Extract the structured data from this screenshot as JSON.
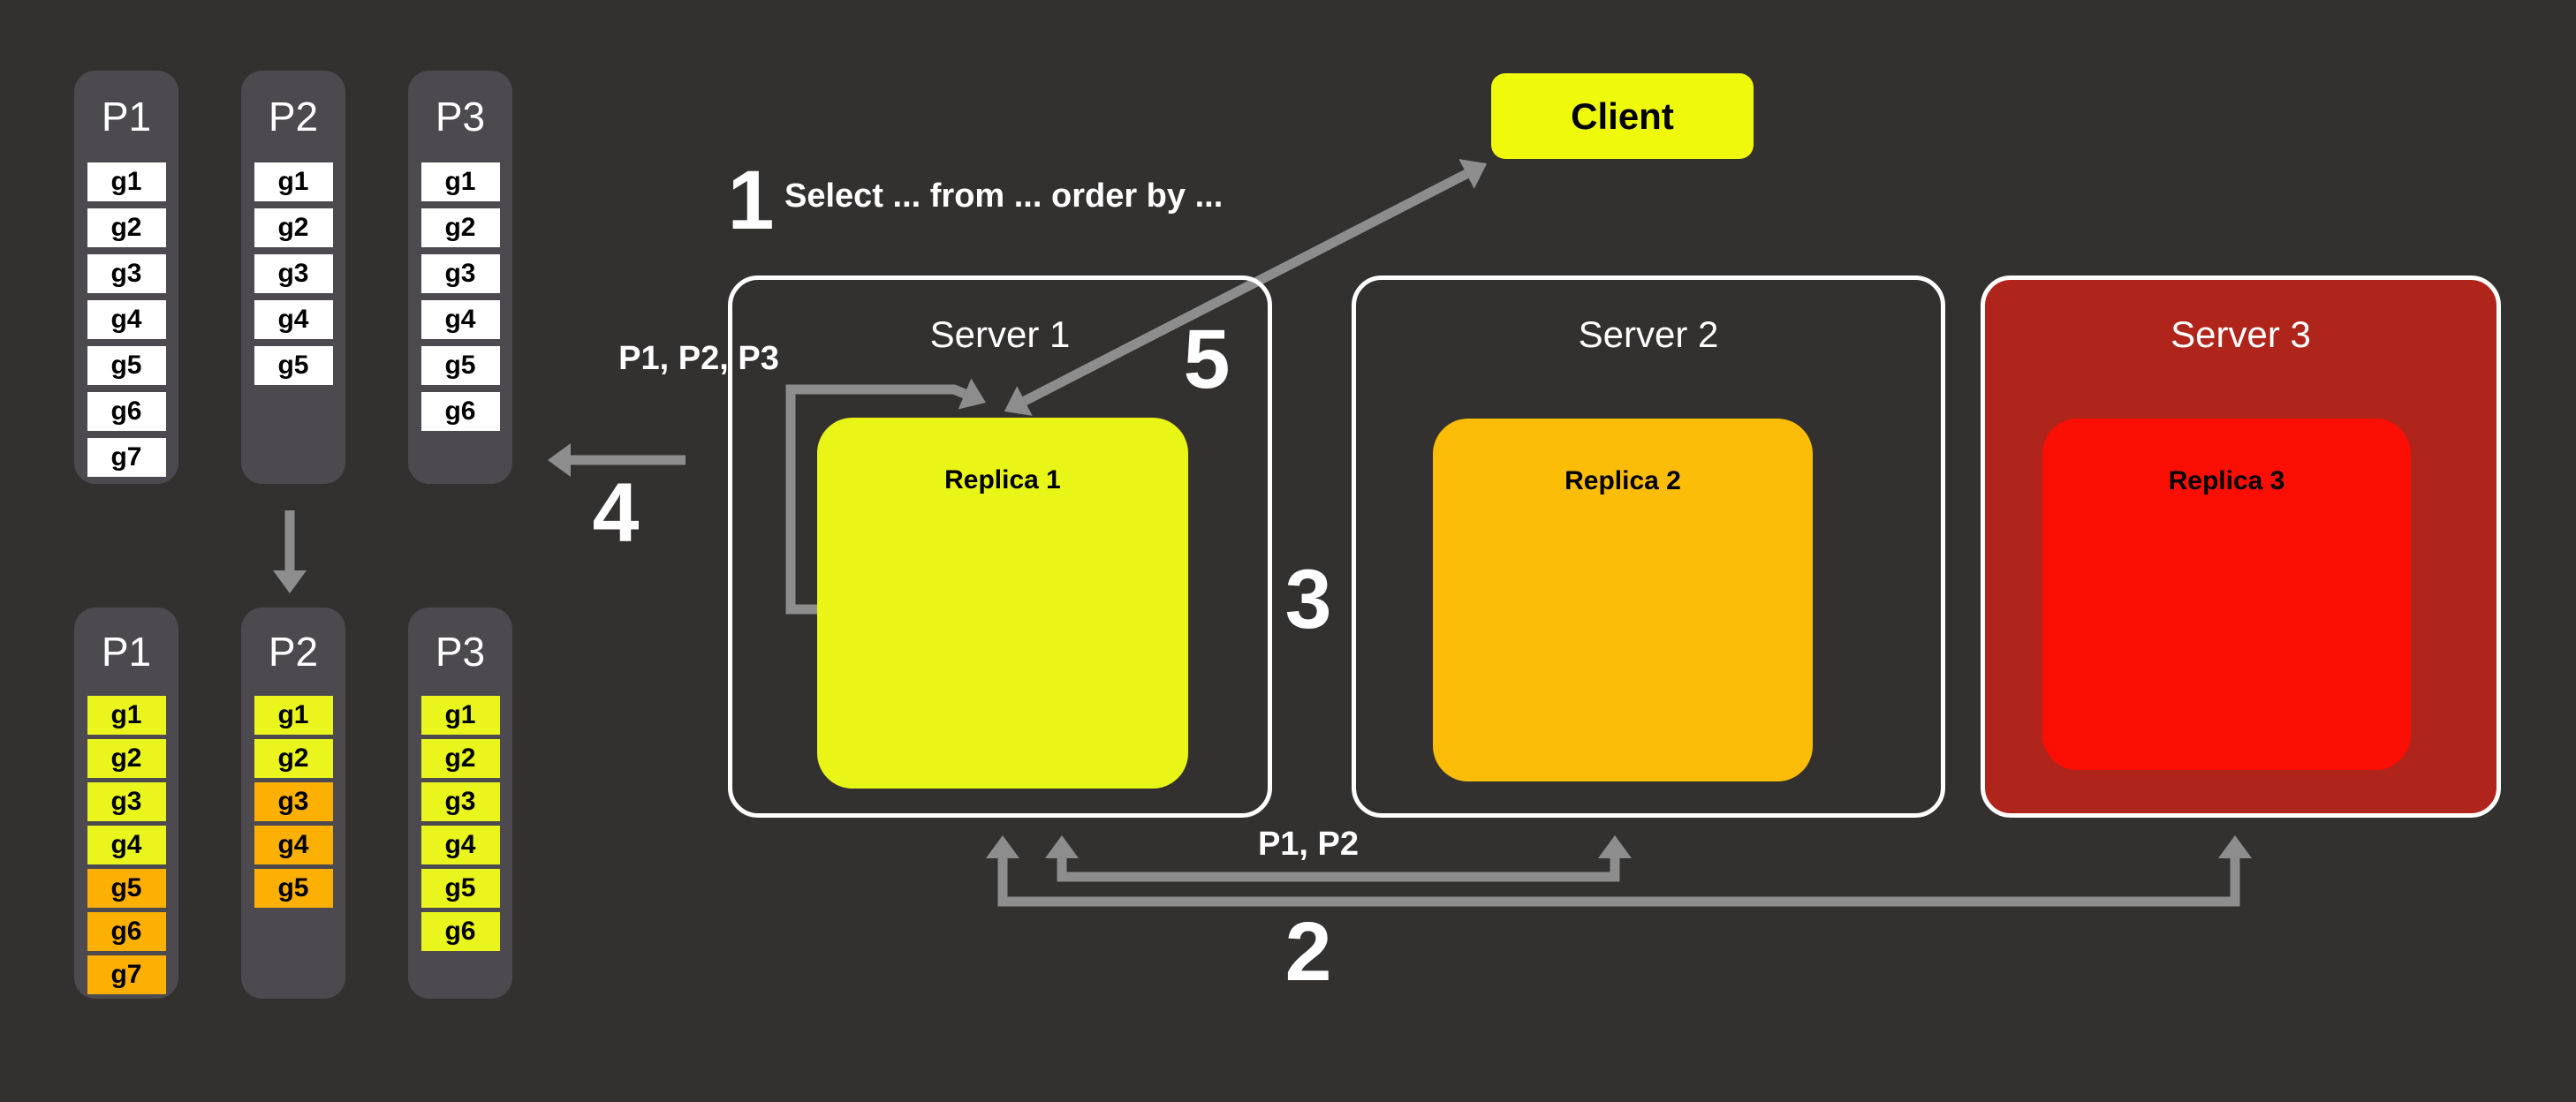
{
  "canvas": {
    "background": "#333130"
  },
  "palette": {
    "panel_gray": "#4c4a4f",
    "cell_white": "#ffffff",
    "yellow": "#e9f51d",
    "orange": "#fcb004",
    "red": "#fb0e04",
    "dark_red": "#b0251b",
    "client_yellow": "#eff90b",
    "arrow_gray": "#8d8d8d",
    "text_white": "#ffffff"
  },
  "client": {
    "label": "Client"
  },
  "servers": [
    {
      "label": "Server 1",
      "replica_label": "Replica 1"
    },
    {
      "label": "Server 2",
      "replica_label": "Replica 2"
    },
    {
      "label": "Server 3",
      "replica_label": "Replica 3"
    }
  ],
  "annotations": {
    "step1_number": "1",
    "step1_query": "Select ... from ... order by ...",
    "step2_number": "2",
    "step3_number": "3",
    "step4_number": "4",
    "step5_number": "5",
    "scatter_partitions": "P1, P2, P3",
    "gather_partitions": "P1, P2"
  },
  "partition_groups": {
    "unsorted": {
      "partitions": [
        {
          "label": "P1",
          "cells": [
            {
              "label": "g1",
              "tone": "white"
            },
            {
              "label": "g2",
              "tone": "white"
            },
            {
              "label": "g3",
              "tone": "white"
            },
            {
              "label": "g4",
              "tone": "white"
            },
            {
              "label": "g5",
              "tone": "white"
            },
            {
              "label": "g6",
              "tone": "white"
            },
            {
              "label": "g7",
              "tone": "white"
            }
          ]
        },
        {
          "label": "P2",
          "cells": [
            {
              "label": "g1",
              "tone": "white"
            },
            {
              "label": "g2",
              "tone": "white"
            },
            {
              "label": "g3",
              "tone": "white"
            },
            {
              "label": "g4",
              "tone": "white"
            },
            {
              "label": "g5",
              "tone": "white"
            }
          ]
        },
        {
          "label": "P3",
          "cells": [
            {
              "label": "g1",
              "tone": "white"
            },
            {
              "label": "g2",
              "tone": "white"
            },
            {
              "label": "g3",
              "tone": "white"
            },
            {
              "label": "g4",
              "tone": "white"
            },
            {
              "label": "g5",
              "tone": "white"
            },
            {
              "label": "g6",
              "tone": "white"
            }
          ]
        }
      ]
    },
    "sorted": {
      "partitions": [
        {
          "label": "P1",
          "cells": [
            {
              "label": "g1",
              "tone": "yellow"
            },
            {
              "label": "g2",
              "tone": "yellow"
            },
            {
              "label": "g3",
              "tone": "yellow"
            },
            {
              "label": "g4",
              "tone": "yellow"
            },
            {
              "label": "g5",
              "tone": "orange"
            },
            {
              "label": "g6",
              "tone": "orange"
            },
            {
              "label": "g7",
              "tone": "orange"
            }
          ]
        },
        {
          "label": "P2",
          "cells": [
            {
              "label": "g1",
              "tone": "yellow"
            },
            {
              "label": "g2",
              "tone": "yellow"
            },
            {
              "label": "g3",
              "tone": "orange"
            },
            {
              "label": "g4",
              "tone": "orange"
            },
            {
              "label": "g5",
              "tone": "orange"
            }
          ]
        },
        {
          "label": "P3",
          "cells": [
            {
              "label": "g1",
              "tone": "yellow"
            },
            {
              "label": "g2",
              "tone": "yellow"
            },
            {
              "label": "g3",
              "tone": "yellow"
            },
            {
              "label": "g4",
              "tone": "yellow"
            },
            {
              "label": "g5",
              "tone": "yellow"
            },
            {
              "label": "g6",
              "tone": "yellow"
            }
          ]
        }
      ]
    }
  }
}
